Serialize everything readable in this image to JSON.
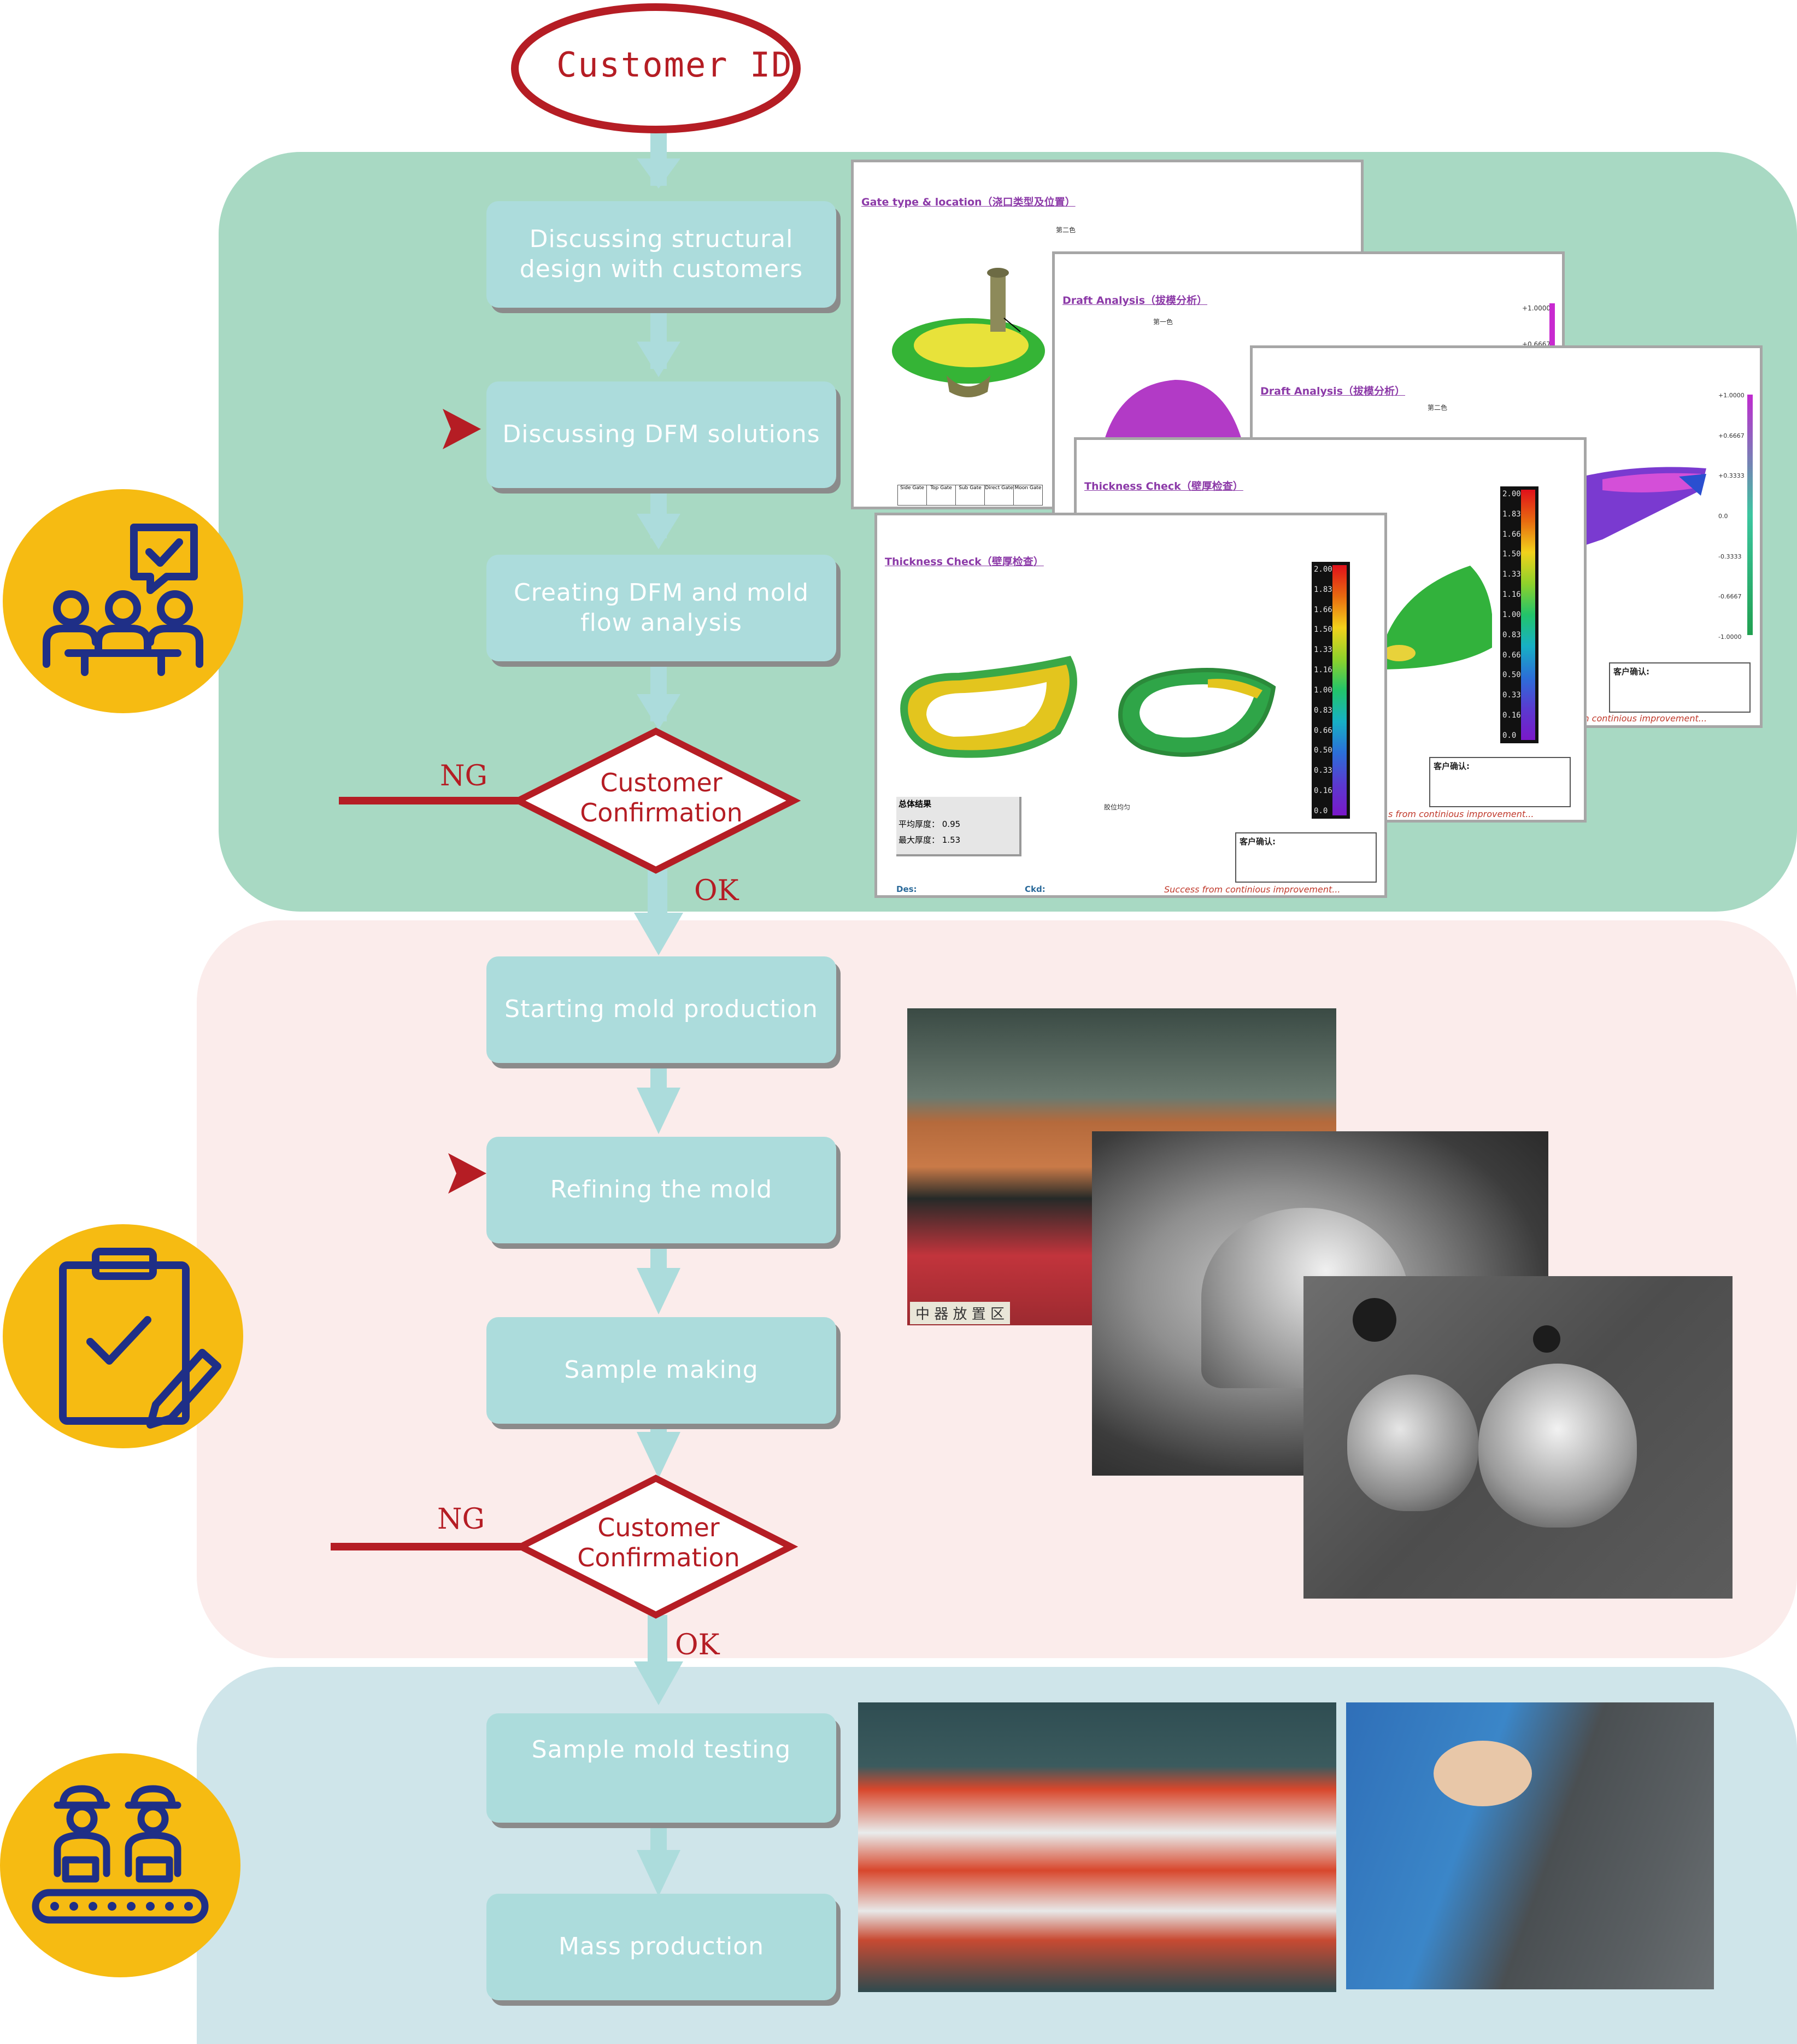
{
  "header": {
    "customer_id": "Customer ID"
  },
  "phase_design": {
    "steps": [
      "Discussing structural\ndesign with customers",
      "Discussing DFM solutions",
      "Creating DFM and mold\nflow analysis"
    ],
    "decision": "Customer\nConfirmation",
    "ng_label": "NG",
    "ok_label": "OK",
    "documents": {
      "gate": {
        "title": "Gate type & location（浇口类型及位置）",
        "sub": "第二色",
        "gates": [
          "Side Gate",
          "Top Gate",
          "Sub Gate",
          "Direct Gate",
          "Moon Gate"
        ]
      },
      "draft1": {
        "title": "Draft Analysis（拔模分析）",
        "sub": "第一色",
        "scale": [
          "+1.0000",
          "+0.6667"
        ]
      },
      "draft2": {
        "title": "Draft Analysis（拔模分析）",
        "sub": "第二色",
        "scale": [
          "+1.0000",
          "+0.6667",
          "+0.3333",
          "0.0",
          "-0.3333",
          "-0.6667",
          "-1.0000"
        ],
        "confirm": "客户确认:",
        "footer": "m continious improvement..."
      },
      "thick1": {
        "title": "Thickness Check（壁厚检查）",
        "scale": [
          "2.000",
          "1.833",
          "1.667",
          "1.500",
          "1.333",
          "1.167",
          "1.000",
          "0.8333",
          "0.6667",
          "0.5000",
          "0.3333",
          "0.1667",
          "0.0"
        ],
        "confirm": "客户确认:",
        "footer": "s from continious improvement..."
      },
      "thick2": {
        "title": "Thickness Check（壁厚检查）",
        "scale": [
          "2.000",
          "1.833",
          "1.667",
          "1.500",
          "1.333",
          "1.167",
          "1.000",
          "0.8333",
          "0.6667",
          "0.5000",
          "0.3333",
          "0.1667",
          "0.0"
        ],
        "summary_title": "总体结果",
        "avg": "平均厚度： 0.95",
        "max": "最大厚度： 1.53",
        "note": "胶位均匀",
        "confirm": "客户确认:",
        "des": "Des:",
        "ckd": "Ckd:",
        "footer": "Success from continious improvement..."
      }
    }
  },
  "phase_mold": {
    "steps": [
      "Starting mold production",
      "Refining the mold",
      "Sample making"
    ],
    "decision": "Customer\nConfirmation",
    "ng_label": "NG",
    "ok_label": "OK",
    "photo_sign": "中 器 放 置 区"
  },
  "phase_production": {
    "steps": [
      "Sample mold testing",
      "Mass production"
    ]
  },
  "icons": [
    "team-meeting-icon",
    "clipboard-checklist-icon",
    "factory-workers-icon"
  ],
  "colors": {
    "panel_green": "#a8d9c3",
    "panel_pink": "#fbeceb",
    "panel_blue": "#cfe5ea",
    "step_fill": "#acdcdc",
    "arrow": "#acdcdc",
    "red": "#b51d24",
    "icon_circle": "#f6bb12",
    "icon_navy": "#1f2f87"
  }
}
